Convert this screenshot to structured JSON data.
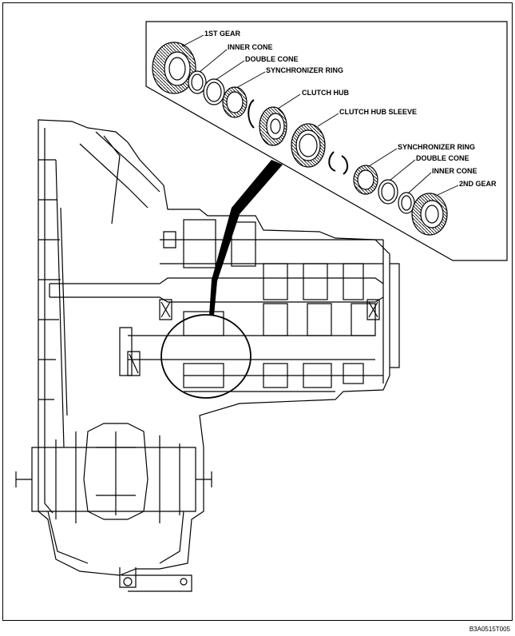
{
  "figure_code": "B3A0515T005",
  "labels": {
    "first_gear": "1ST GEAR",
    "inner_cone_1": "INNER CONE",
    "double_cone_1": "DOUBLE CONE",
    "synchronizer_ring_1": "SYNCHRONIZER RING",
    "clutch_hub": "CLUTCH HUB",
    "clutch_hub_sleeve": "CLUTCH HUB SLEEVE",
    "synchronizer_ring_2": "SYNCHRONIZER RING",
    "double_cone_2": "DOUBLE CONE",
    "inner_cone_2": "INNER CONE",
    "second_gear": "2ND GEAR"
  }
}
